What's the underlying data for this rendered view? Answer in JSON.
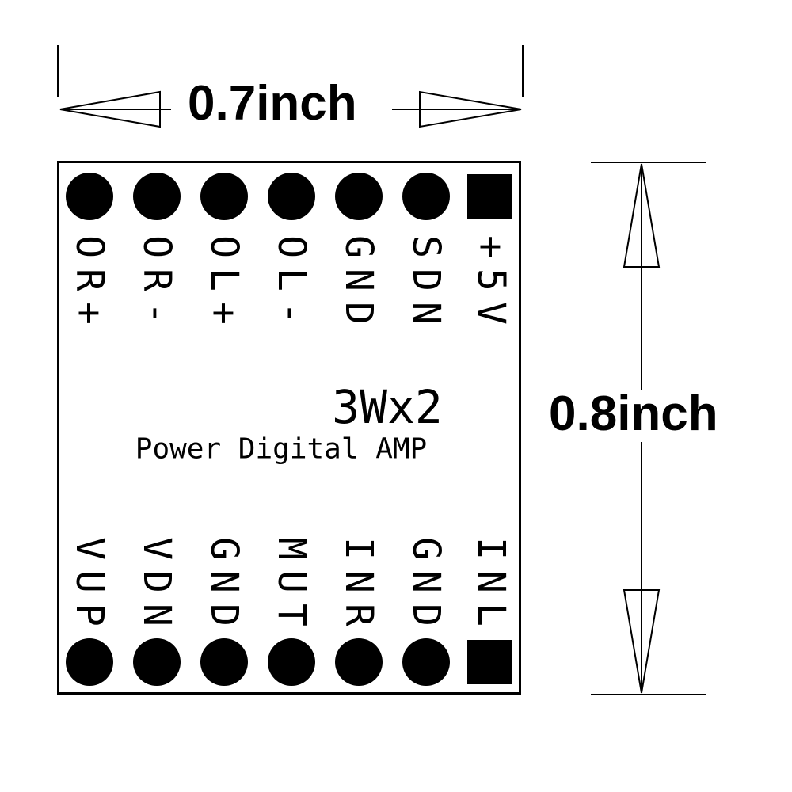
{
  "diagram": {
    "width_dimension": "0.7inch",
    "height_dimension": "0.8inch",
    "module": {
      "model": "3Wx2",
      "title": "Power Digital AMP",
      "top_pins": [
        {
          "label": "OR+",
          "pad": "circle"
        },
        {
          "label": "OR-",
          "pad": "circle"
        },
        {
          "label": "OL+",
          "pad": "circle"
        },
        {
          "label": "OL-",
          "pad": "circle"
        },
        {
          "label": "GND",
          "pad": "circle"
        },
        {
          "label": "SDN",
          "pad": "circle"
        },
        {
          "label": "+5V",
          "pad": "square"
        }
      ],
      "bottom_pins": [
        {
          "label": "VUP",
          "pad": "circle"
        },
        {
          "label": "VDN",
          "pad": "circle"
        },
        {
          "label": "GND",
          "pad": "circle"
        },
        {
          "label": "MUT",
          "pad": "circle"
        },
        {
          "label": "INR",
          "pad": "circle"
        },
        {
          "label": "GND",
          "pad": "circle"
        },
        {
          "label": "INL",
          "pad": "square"
        }
      ]
    },
    "colors": {
      "ink": "#000000",
      "background": "#ffffff"
    }
  }
}
